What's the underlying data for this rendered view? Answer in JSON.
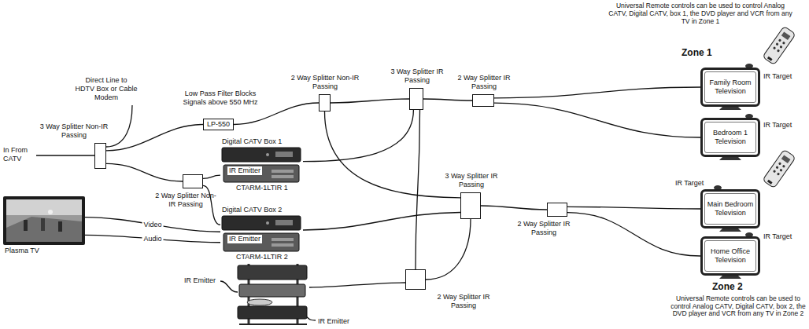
{
  "diagram": {
    "nodes": [
      {
        "text": [
          "3 Way Splitter Non-IR Passing"
        ]
      },
      {
        "text": [
          "LP-550"
        ]
      },
      {
        "text": [
          "2 Way Splitter Non-IR Passing"
        ]
      },
      {
        "text": [
          "3 Way Splitter IR Passing"
        ]
      },
      {
        "text": [
          "2 Way Splitter IR Passing"
        ]
      },
      {
        "text": [
          "Family Room Television"
        ]
      },
      {
        "text": [
          "Bedroom 1 Television"
        ]
      },
      {
        "text": [
          "Digital CATV Box 1"
        ]
      },
      {
        "text": [
          "2 Way Splitter Non-IR Passing"
        ]
      },
      {
        "text": [
          "Digital CATV Box 2"
        ]
      },
      {
        "text": [
          "Plasma TV"
        ]
      },
      {
        "text": [
          "3 Way Splitter IR Passing"
        ]
      },
      {
        "text": [
          "2 Way Splitter IR Passing"
        ]
      },
      {
        "text": [
          "Main Bedroom Television"
        ]
      },
      {
        "text": [
          "Home Office Television"
        ]
      },
      {
        "text": [
          "2 Way Splitter IR Passing"
        ]
      }
    ],
    "edges": [
      {
        "from": 0,
        "to": 1,
        "arrow": "none"
      },
      {
        "from": 1,
        "to": 2,
        "arrow": "none"
      },
      {
        "from": 0,
        "to": 8,
        "arrow": "none"
      },
      {
        "from": 8,
        "to": 7,
        "arrow": "none"
      },
      {
        "from": 8,
        "to": 9,
        "arrow": "none"
      },
      {
        "from": 9,
        "to": 10,
        "label": "Video",
        "arrow": "none"
      },
      {
        "from": 9,
        "to": 10,
        "label": "Audio",
        "arrow": "none"
      },
      {
        "from": 2,
        "to": 3,
        "arrow": "none"
      },
      {
        "from": 3,
        "to": 4,
        "arrow": "none"
      },
      {
        "from": 4,
        "to": 5,
        "arrow": "none"
      },
      {
        "from": 4,
        "to": 6,
        "arrow": "none"
      },
      {
        "from": 3,
        "to": 7,
        "arrow": "none"
      },
      {
        "from": 2,
        "to": 11,
        "arrow": "none"
      },
      {
        "from": 3,
        "to": 15,
        "arrow": "none"
      },
      {
        "from": 11,
        "to": 9,
        "arrow": "none"
      },
      {
        "from": 11,
        "to": 12,
        "arrow": "none"
      },
      {
        "from": 12,
        "to": 13,
        "arrow": "none"
      },
      {
        "from": 12,
        "to": 14,
        "arrow": "none"
      },
      {
        "from": 11,
        "to": 15,
        "arrow": "none"
      }
    ],
    "labels": [
      "Universal Remote controls can be used to control Analog CATV, Digital CATV, box 1, the DVD player and VCR from any TV in Zone 1",
      "Zone 1",
      "IR Target",
      "IR Target",
      "Direct Line to HDTV Box or Cable Modem",
      "Low Pass Filter Blocks Signals above 550 MHz",
      "In From CATV",
      "IR Emitter",
      "CTARM-1LTIR 1",
      "IR Emitter",
      "CTARM-1LTIR 2",
      "IR Target",
      "IR Target",
      "IR Emitter",
      "IR Emitter",
      "Zone 2",
      "Universal Remote controls can be used to control Analog CATV, Digital CATV, box 2, the DVD player and VCR from any TV in Zone 2"
    ]
  }
}
